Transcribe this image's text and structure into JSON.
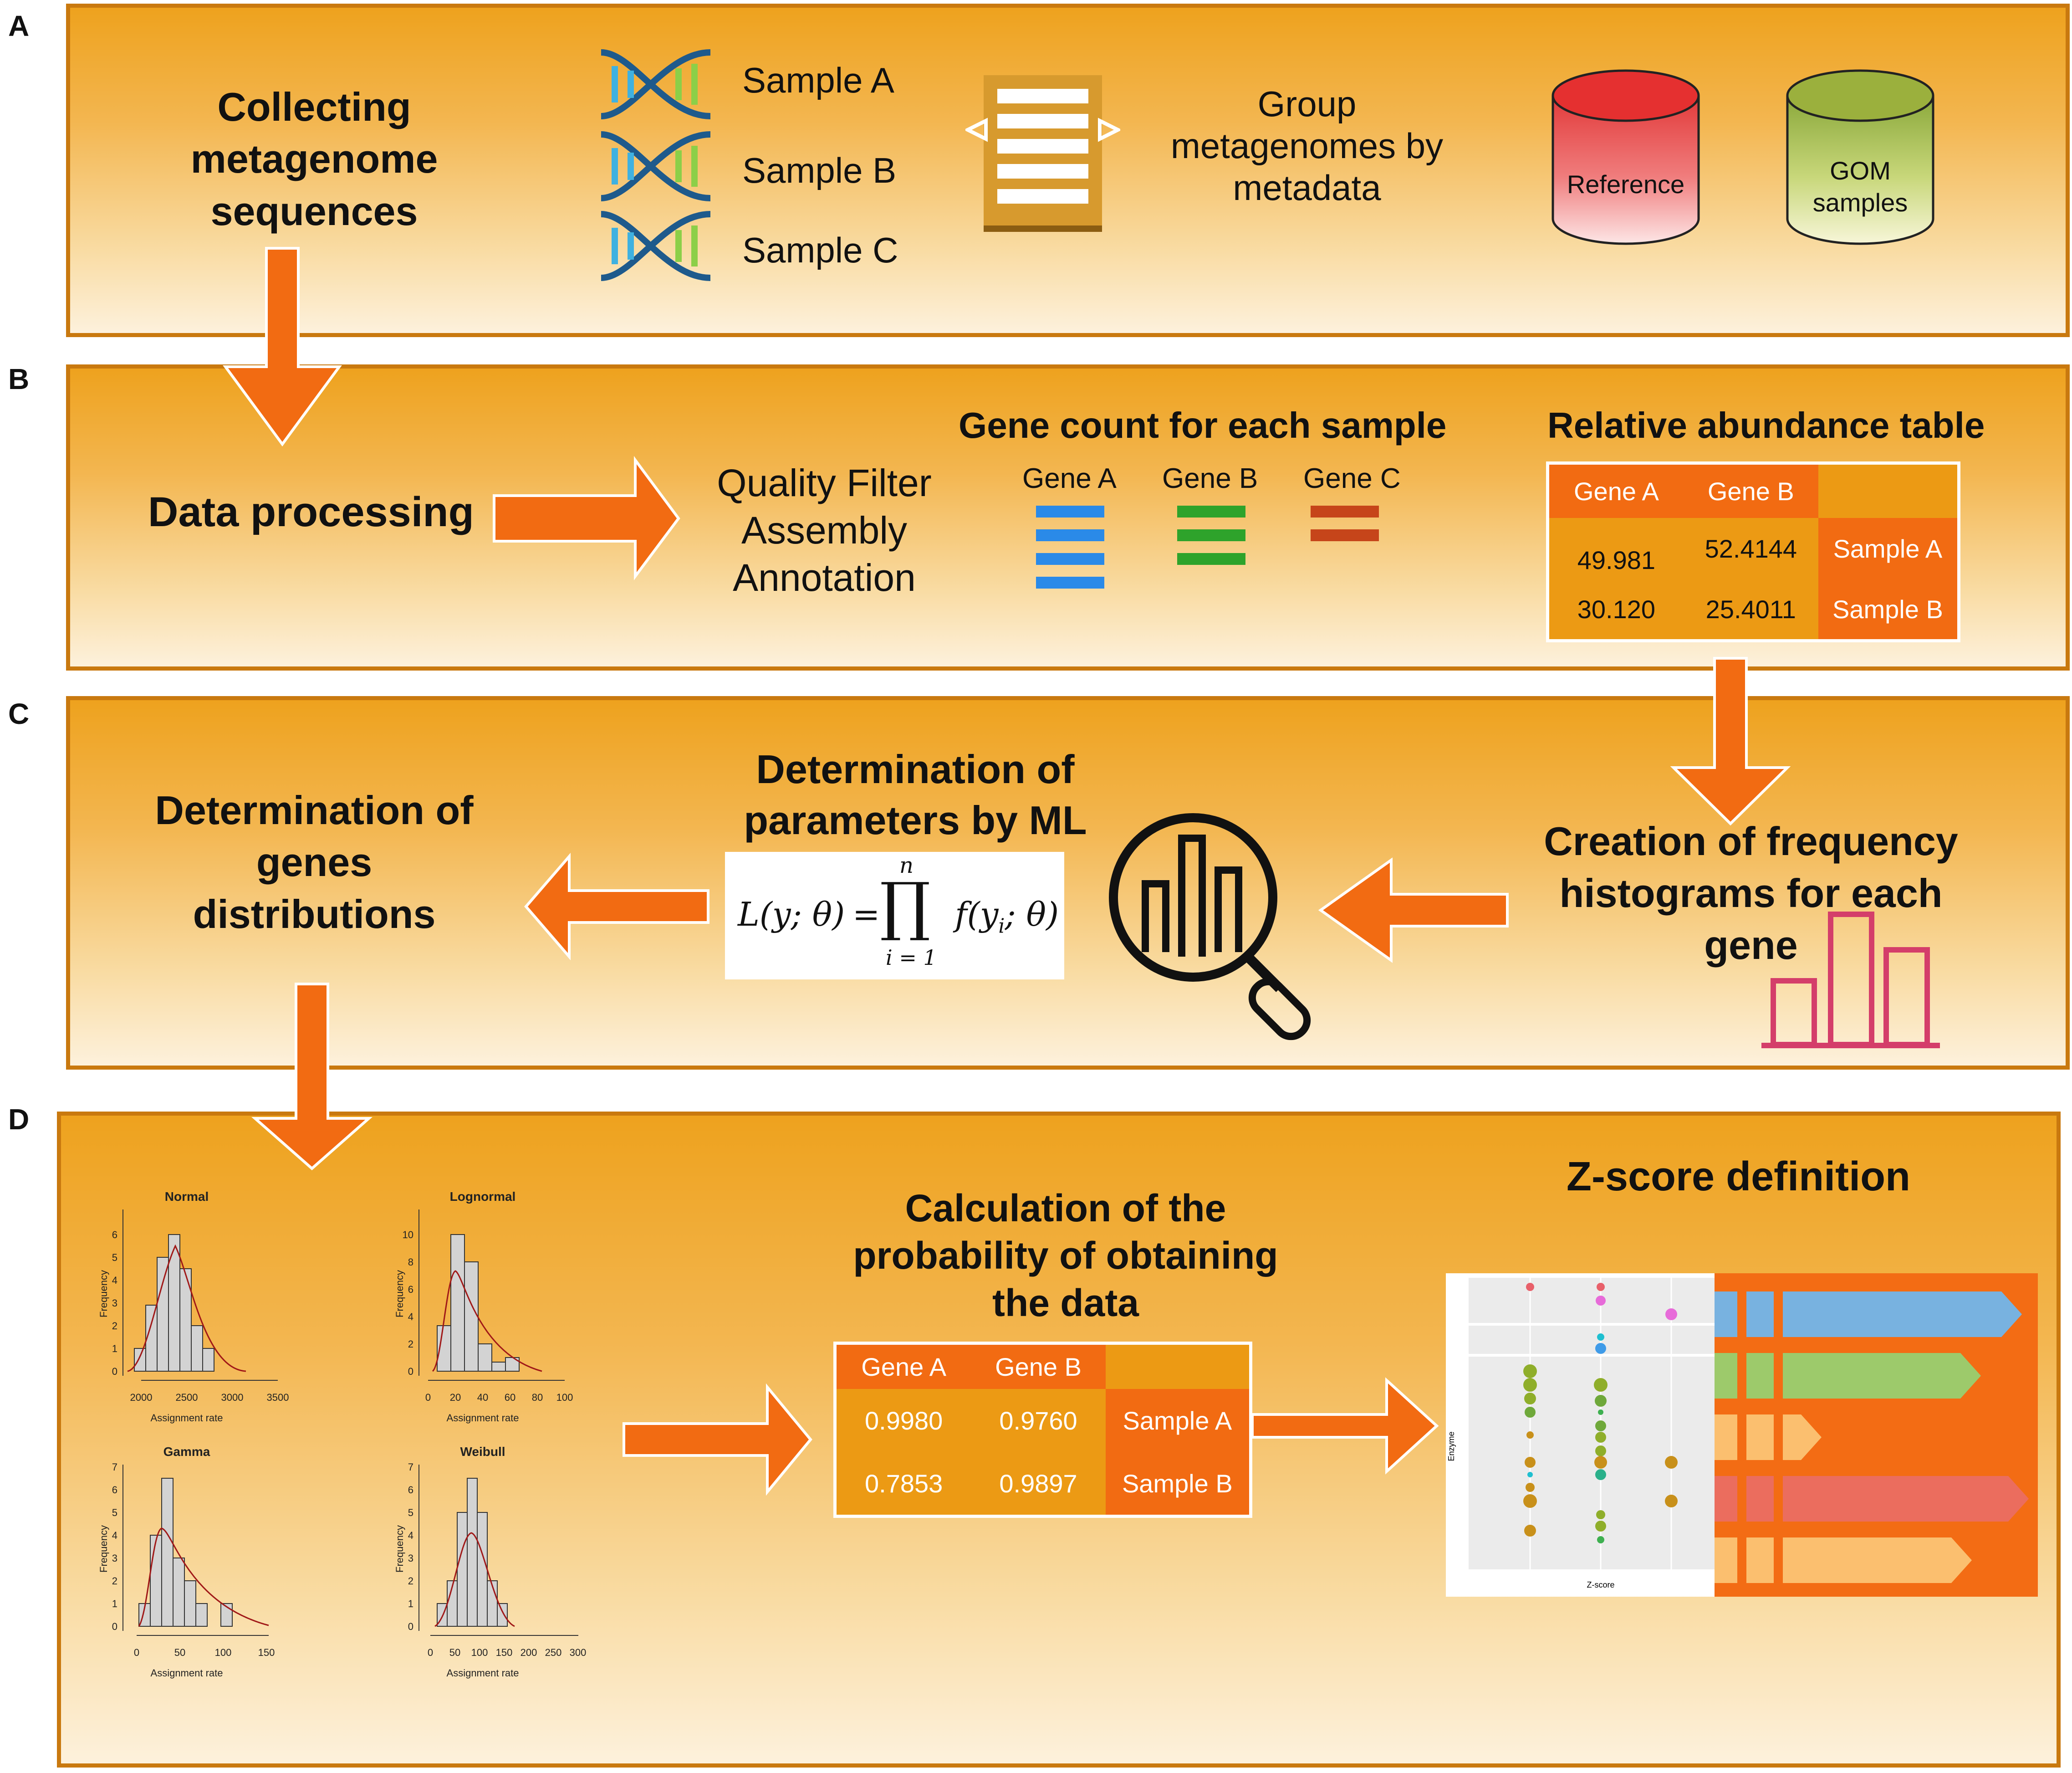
{
  "panels": {
    "a": "A",
    "b": "B",
    "c": "C",
    "d": "D"
  },
  "panel_a": {
    "collecting_lines": [
      "Collecting",
      "metagenome",
      "sequences"
    ],
    "samples": [
      "Sample A",
      "Sample B",
      "Sample C"
    ],
    "group_lines": [
      "Group",
      "metagenomes by",
      "metadata"
    ],
    "reference": "Reference",
    "gom_lines": [
      "GOM",
      "samples"
    ]
  },
  "panel_b": {
    "data_processing": "Data processing",
    "steps": [
      "Quality Filter",
      "Assembly",
      "Annotation"
    ],
    "gene_count_title": "Gene count for each sample",
    "genes": [
      "Gene A",
      "Gene B",
      "Gene C"
    ],
    "relative_title": "Relative abundance table",
    "table": {
      "headers": [
        "Gene A",
        "Gene B"
      ],
      "rows": [
        {
          "values": [
            "49.981",
            "52.4144"
          ],
          "sample": "Sample A"
        },
        {
          "values": [
            "30.120",
            "25.4011"
          ],
          "sample": "Sample B"
        }
      ]
    }
  },
  "panel_c": {
    "det_genes_lines": [
      "Determination of",
      "genes",
      "distributions"
    ],
    "det_params_lines": [
      "Determination of",
      "parameters by ML"
    ],
    "formula": {
      "lhs": "L(y; θ)",
      "eq": "=",
      "prod": "∏",
      "upper": "n",
      "lower": "i = 1",
      "rhs_f": "f(y",
      "rhs_sub": "i",
      "rhs_tail": "; θ)"
    },
    "creation_lines": [
      "Creation of frequency",
      "histograms for each",
      "gene"
    ]
  },
  "panel_d": {
    "histograms": [
      {
        "title": "Normal",
        "ylabel": "Frequency",
        "xlabel": "Assignment rate",
        "xticks": [
          "2000",
          "2500",
          "3000",
          "3500"
        ],
        "yticks": [
          "0",
          "1",
          "2",
          "3",
          "4",
          "5",
          "6"
        ]
      },
      {
        "title": "Lognormal",
        "ylabel": "Frequency",
        "xlabel": "Assignment rate",
        "xticks": [
          "0",
          "20",
          "40",
          "60",
          "80",
          "100"
        ],
        "yticks": [
          "0",
          "2",
          "4",
          "6",
          "8",
          "10"
        ]
      },
      {
        "title": "Gamma",
        "ylabel": "Frequency",
        "xlabel": "Assignment rate",
        "xticks": [
          "0",
          "50",
          "100",
          "150"
        ],
        "yticks": [
          "0",
          "1",
          "2",
          "3",
          "4",
          "5",
          "6",
          "7"
        ]
      },
      {
        "title": "Weibull",
        "ylabel": "Frequency",
        "xlabel": "Assignment rate",
        "xticks": [
          "0",
          "50",
          "100",
          "150",
          "200",
          "250",
          "300"
        ],
        "yticks": [
          "0",
          "1",
          "2",
          "3",
          "4",
          "5",
          "6",
          "7"
        ]
      }
    ],
    "calc_lines": [
      "Calculation of the",
      "probability of obtaining",
      "the data"
    ],
    "prob_table": {
      "headers": [
        "Gene A",
        "Gene B"
      ],
      "rows": [
        {
          "values": [
            "0.9980",
            "0.9760"
          ],
          "sample": "Sample A"
        },
        {
          "values": [
            "0.7853",
            "0.9897"
          ],
          "sample": "Sample B"
        }
      ]
    },
    "zscore_title": "Z-score definition",
    "zplot": {
      "ylabel": "Enzyme",
      "xlabel": "Z-score"
    }
  },
  "colors": {
    "arrow": "#f26b12",
    "border": "#c9790f",
    "blue": "#2a8ae8",
    "green": "#2ea32b",
    "rust": "#c6451a",
    "pink": "#d43e6a"
  }
}
